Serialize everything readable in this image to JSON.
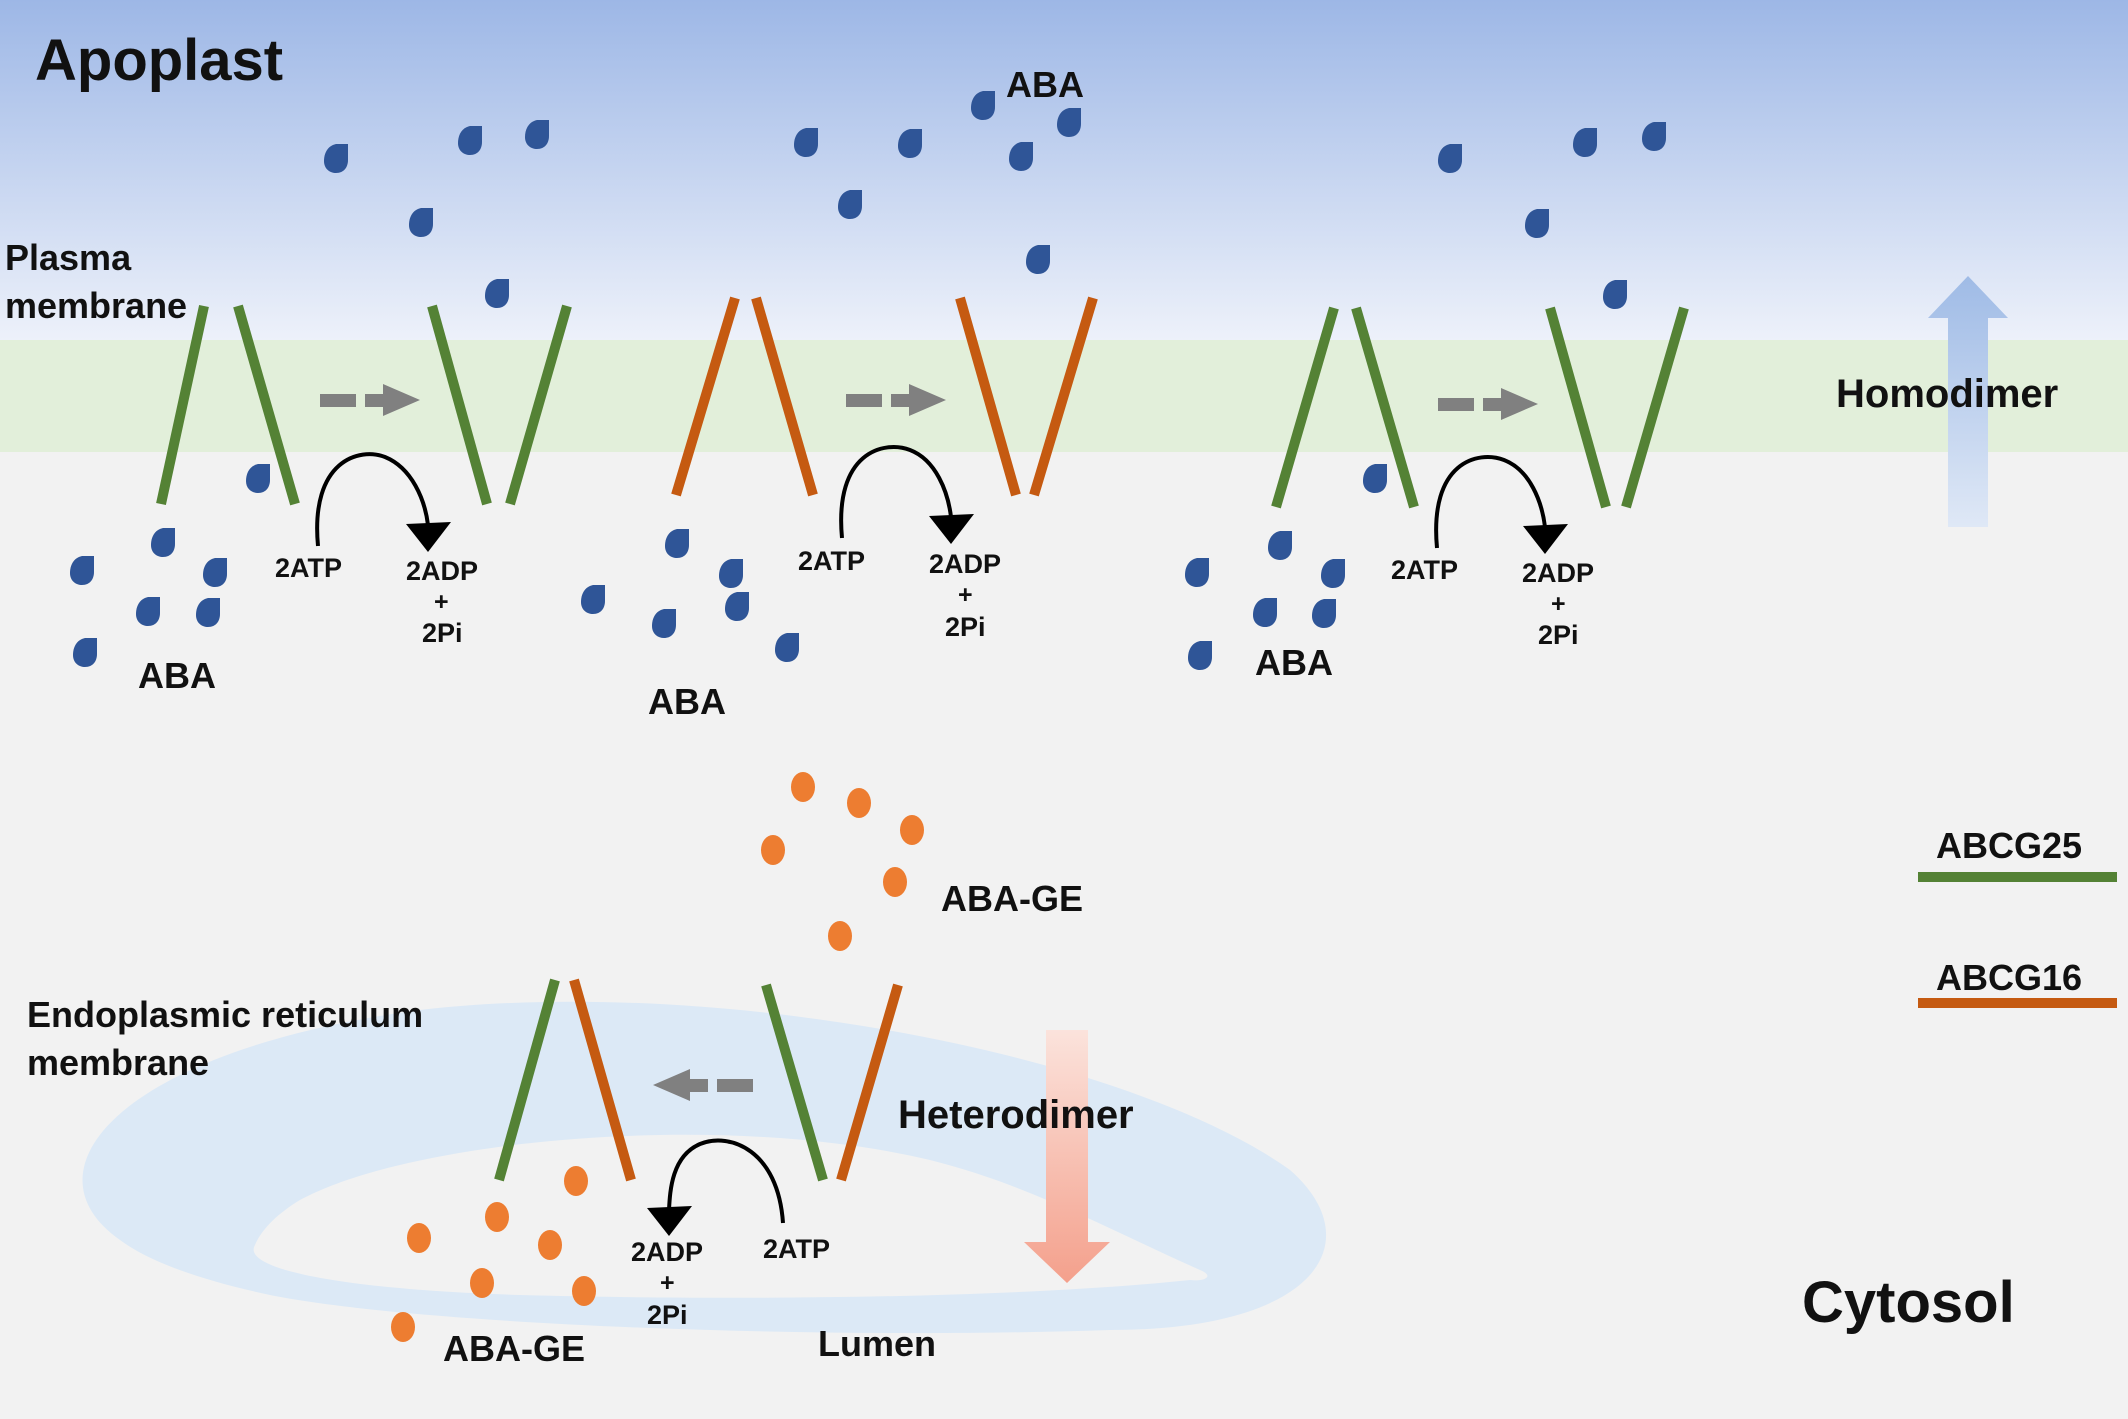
{
  "labels": {
    "apoplast": "Apoplast",
    "plasma_membrane_1": "Plasma",
    "plasma_membrane_2": "membrane",
    "homodimer": "Homodimer",
    "aba": "ABA",
    "aba_ge": "ABA-GE",
    "er_membrane_1": "Endoplasmic reticulum",
    "er_membrane_2": "membrane",
    "heterodimer": "Heterodimer",
    "lumen": "Lumen",
    "cytosol": "Cytosol"
  },
  "energy": {
    "atp": "2ATP",
    "adp": "2ADP",
    "plus": "+",
    "pi": "2Pi"
  },
  "legend": [
    {
      "label": "ABCG25",
      "color": "#548235"
    },
    {
      "label": "ABCG16",
      "color": "#c55a11"
    }
  ],
  "colors": {
    "aba_drop": "#2f5597",
    "aba_ge_dot": "#ed7d31",
    "apoplast_top": "#9db7e6",
    "plasma_membrane_band": "#e2efda",
    "cytosol": "#f2f2f2",
    "er": "#dce9f6",
    "arrow_grey": "#808080"
  }
}
